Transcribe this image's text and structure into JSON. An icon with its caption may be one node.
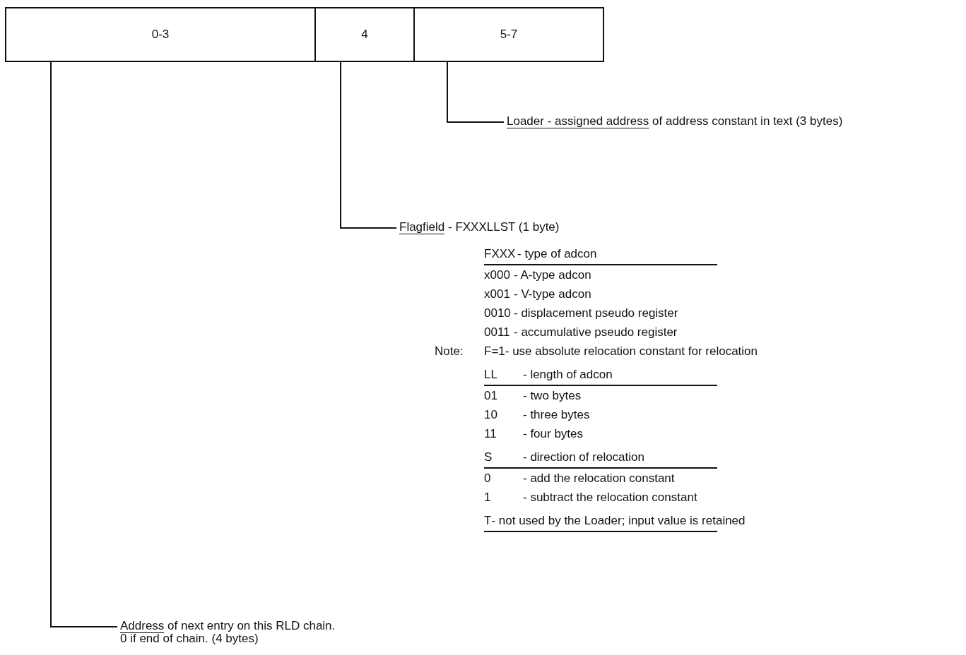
{
  "diagram": {
    "nodes": [
      {
        "text": [
          "0-3"
        ]
      },
      {
        "text": [
          "4"
        ]
      },
      {
        "text": [
          "5-7"
        ]
      },
      {
        "text": [
          "Loader - assigned address",
          "of address constant in text (3 bytes)"
        ]
      },
      {
        "text": [
          "Flagfield",
          "- FXXXLLST (1 byte)"
        ]
      },
      {
        "text": [
          "Address",
          "of next entry on this RLD chain.",
          "0 if end of chain.  (4 bytes)"
        ]
      }
    ],
    "edges": [
      {
        "from": 3,
        "to": 2,
        "arrow": "none"
      },
      {
        "from": 4,
        "to": 1,
        "arrow": "none"
      },
      {
        "from": 5,
        "to": 0,
        "arrow": "none"
      }
    ],
    "labels": [
      "FXXX",
      "- type of adcon",
      "x000",
      "- A-type adcon",
      "x001",
      "- V-type adcon",
      "0010",
      "- displacement pseudo register",
      "0011",
      "- accumulative pseudo register",
      "Note:",
      "F=1",
      "- use absolute relocation constant for relocation",
      "LL",
      "- length of adcon",
      "01",
      "- two bytes",
      "10",
      "- three bytes",
      "11",
      "- four bytes",
      "S",
      "- direction of relocation",
      "0",
      "- add the relocation constant",
      "1",
      "- subtract the relocation constant",
      "T",
      "- not used by the Loader; input value is retained"
    ]
  }
}
